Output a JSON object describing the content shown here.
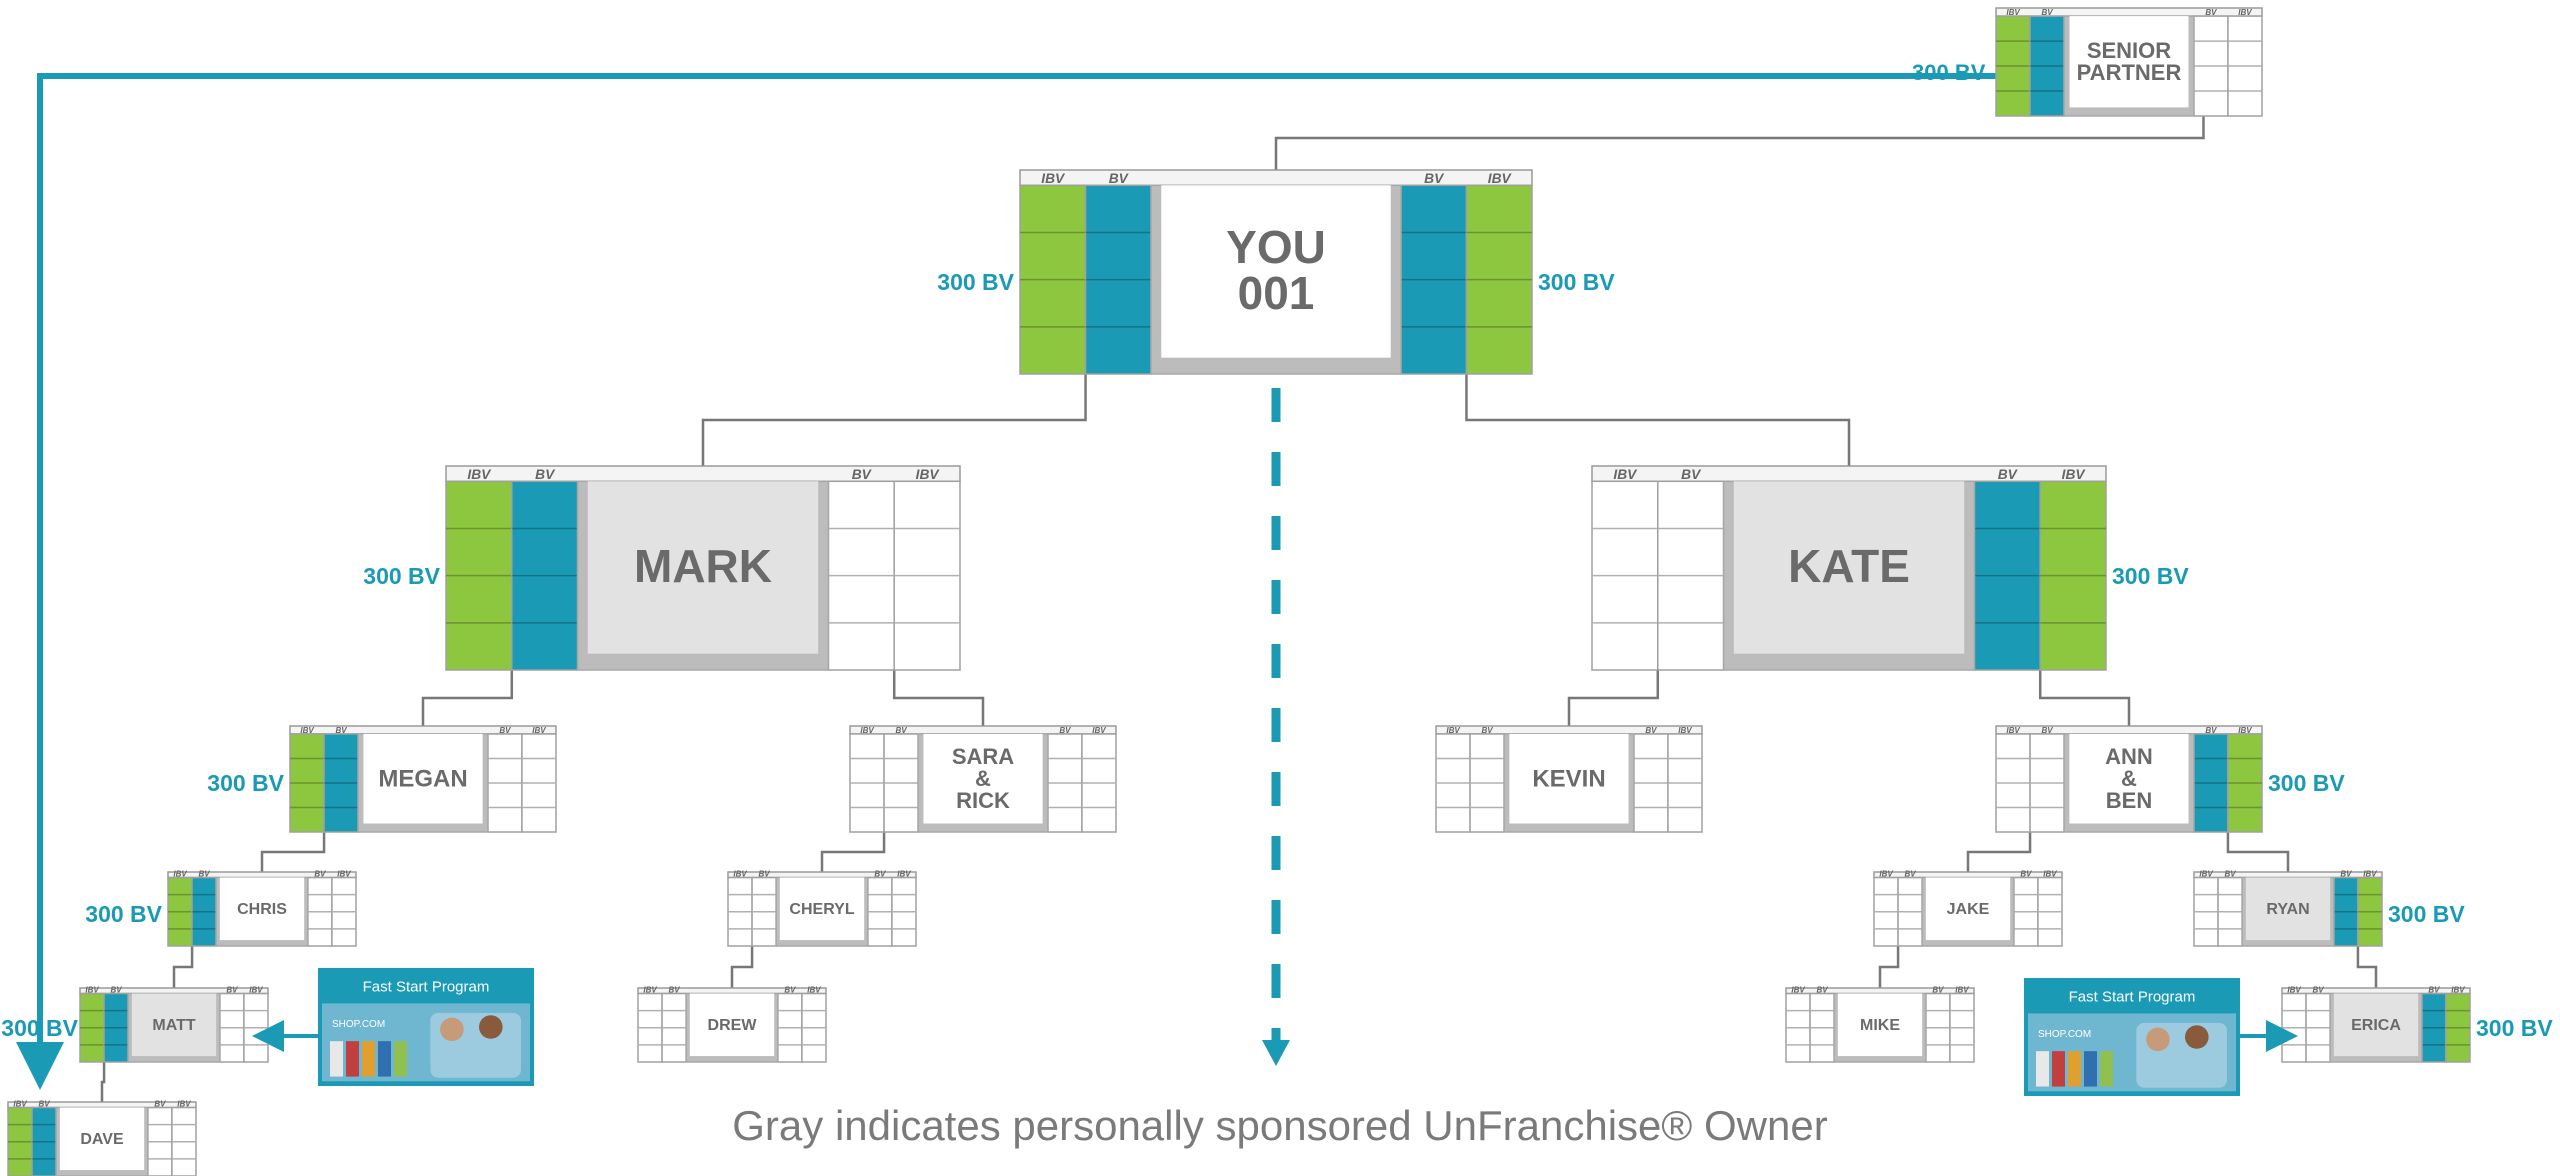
{
  "colors": {
    "green": "#8dc63f",
    "blue": "#1a9ab5",
    "gray": "#bcbcbc",
    "line": "#777777"
  },
  "headers": {
    "ibv": "IBV",
    "bv": "BV"
  },
  "people": {
    "senior": [
      "SENIOR",
      "PARTNER"
    ],
    "you": [
      "YOU",
      "001"
    ],
    "mark": [
      "MARK"
    ],
    "kate": [
      "KATE"
    ],
    "megan": [
      "MEGAN"
    ],
    "sara_rick": [
      "SARA",
      "&",
      "RICK"
    ],
    "kevin": [
      "KEVIN"
    ],
    "ann_ben": [
      "ANN",
      "&",
      "BEN"
    ],
    "chris": [
      "CHRIS"
    ],
    "cheryl": [
      "CHERYL"
    ],
    "jake": [
      "JAKE"
    ],
    "ryan": [
      "RYAN"
    ],
    "matt": [
      "MATT"
    ],
    "drew": [
      "DREW"
    ],
    "mike": [
      "MIKE"
    ],
    "erica": [
      "ERICA"
    ],
    "dave": [
      "DAVE"
    ]
  },
  "bv_label": "300 BV",
  "fast_start": {
    "title": "Fast Start Program",
    "logo": "SHOP.COM"
  },
  "caption": "Gray indicates personally sponsored UnFranchise® Owner"
}
